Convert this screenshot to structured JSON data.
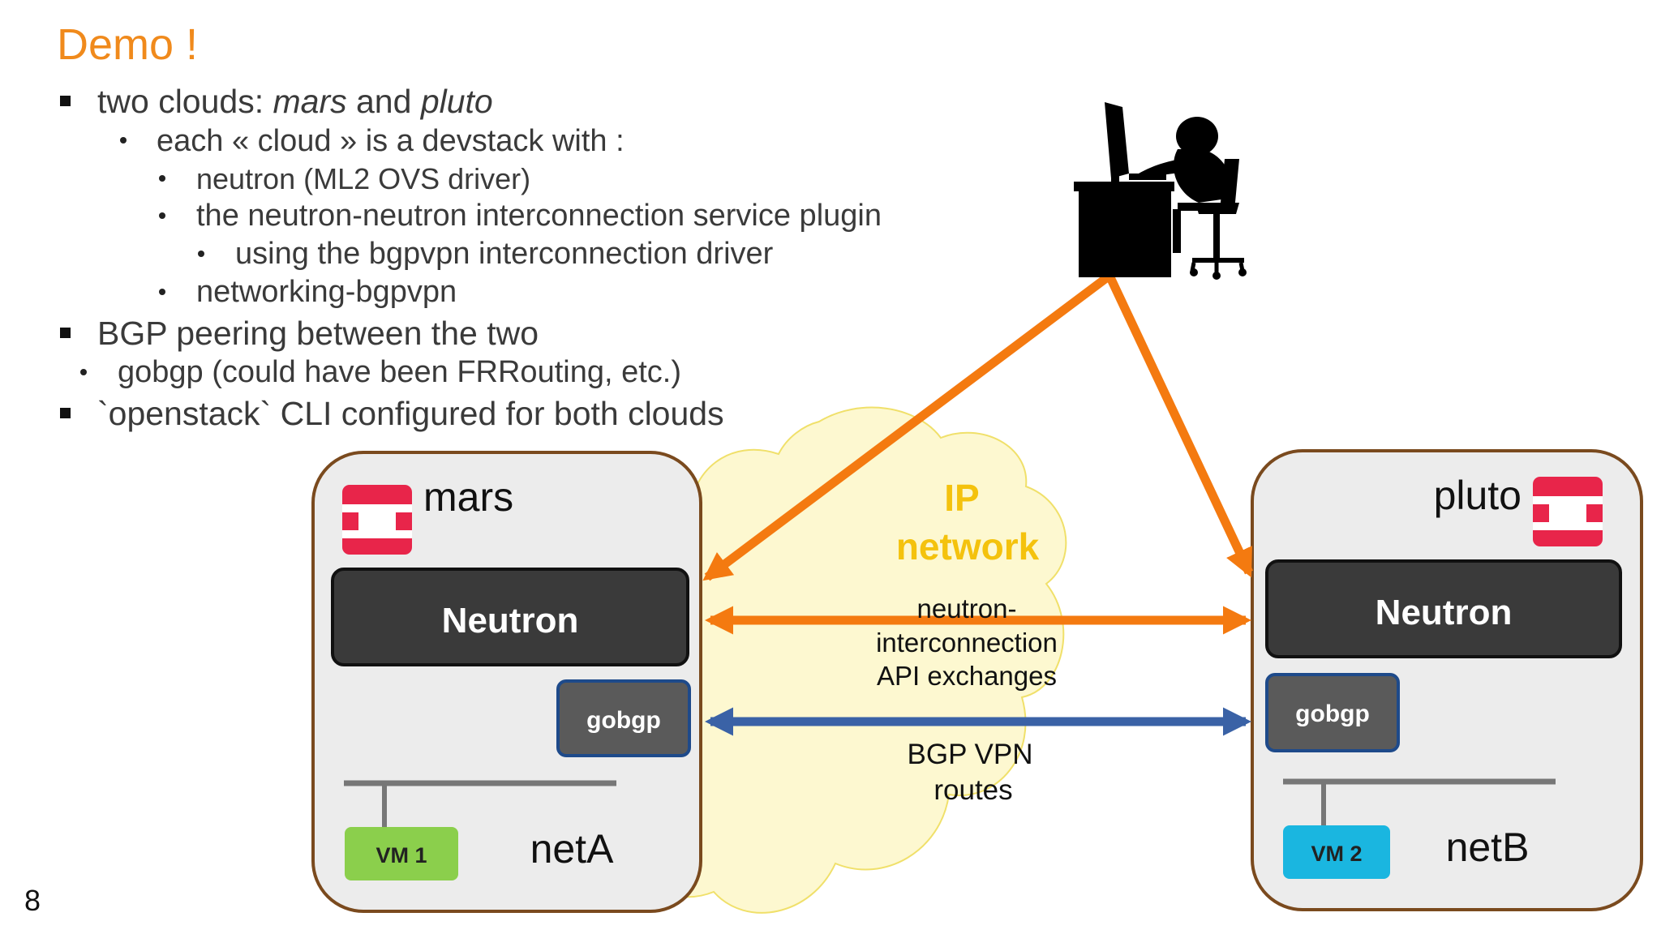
{
  "slide": {
    "title": "Demo !",
    "page_number": "8"
  },
  "bullets": {
    "b1_pre": "two clouds: ",
    "b1_mars": "mars",
    "b1_and": " and ",
    "b1_pluto": "pluto",
    "b1_1": "each « cloud » is a devstack with :",
    "b1_1_1": "neutron (ML2 OVS driver)",
    "b1_1_2": "the neutron-neutron interconnection service plugin",
    "b1_1_2_1": "using the bgpvpn interconnection driver",
    "b1_1_3": "networking-bgpvpn",
    "b2": "BGP peering between the two",
    "b2_1": "gobgp (could have been FRRouting, etc.)",
    "b3": "`openstack` CLI configured for both clouds"
  },
  "diagram": {
    "cloud_label_line1": "IP",
    "cloud_label_line2": "network",
    "api_line1": "neutron-",
    "api_line2": "interconnection",
    "api_line3": "API exchanges",
    "bgp_line1": "BGP VPN",
    "bgp_line2": "routes",
    "left": {
      "name": "mars",
      "neutron": "Neutron",
      "gobgp": "gobgp",
      "vm": "VM 1",
      "net": "netA"
    },
    "right": {
      "name": "pluto",
      "neutron": "Neutron",
      "gobgp": "gobgp",
      "vm": "VM 2",
      "net": "netB"
    },
    "colors": {
      "orange_arrow": "#f47a10",
      "blue_arrow": "#3a62a6",
      "cloud_fill": "#fdf8d0",
      "cloud_stroke": "#f0e06a",
      "ip_text": "#f4c20d",
      "box_border": "#7a4a1e",
      "neutron_fill": "#3a3a3a",
      "gobgp_fill": "#5a5a5a",
      "gobgp_border": "#1e4a8a",
      "vm1_fill": "#8bcf4c",
      "vm2_fill": "#1ab6e0",
      "openstack_red": "#e8254a"
    }
  }
}
